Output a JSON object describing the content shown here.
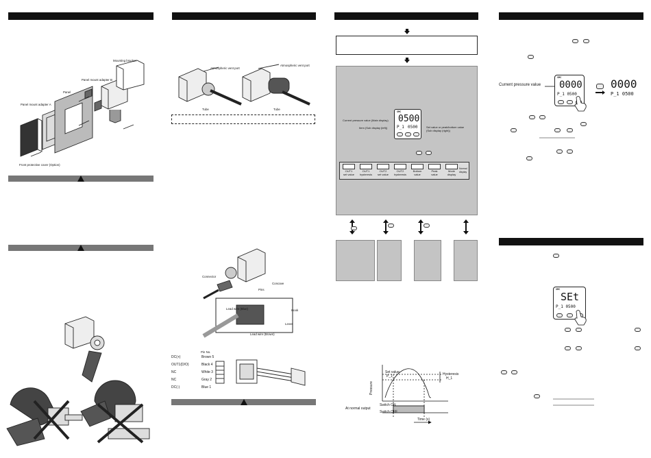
{
  "col1": {
    "labels": {
      "mounting_bracket": "Mounting bracket",
      "panel_mount_adapter_b": "Panel mount adapter B",
      "panel": "Panel",
      "panel_mount_adapter_a": "Panel mount adapter A",
      "front_protective_cover": "Front protective cover (Option)"
    },
    "warning_mark": "!",
    "caution_mark": "!"
  },
  "col2": {
    "labels": {
      "atmospheric_vent_port_left": "Atmospheric vent port",
      "atmospheric_vent_port_right": "Atmospheric vent port",
      "tube_left": "Tube",
      "tube_right": "Tube",
      "connector": "Connector",
      "concave": "Concave",
      "pins": "Pins",
      "lead_wire_blue": "Lead wire (Blue)",
      "hook": "Hook",
      "lever": "Lever",
      "lead_wire_brown": "Lead wire (Brown)",
      "pin_no": "Pin No."
    },
    "pins": [
      {
        "signal": "DC(+)",
        "wire": "Brown 5"
      },
      {
        "signal": "OUT1(D/O)",
        "wire": "Black 4"
      },
      {
        "signal": "NC",
        "wire": "White 3"
      },
      {
        "signal": "NC",
        "wire": "Gray 2"
      },
      {
        "signal": "DC(-)",
        "wire": "Blue 1"
      }
    ],
    "caution_mark": "!"
  },
  "col3": {
    "display_labels": {
      "main": "Current pressure value (Main display)",
      "item": "Item (Sub display (left))",
      "set_value": "Set value or peak/bottom value (Sub display (right))"
    },
    "main_value": "0500",
    "sub_left": "P_1",
    "sub_right": "0500",
    "flow_items": [
      {
        "top": "OUT1",
        "bottom": "set value"
      },
      {
        "top": "OUT1",
        "bottom": "hysteresis"
      },
      {
        "top": "OUT2",
        "bottom": "set value"
      },
      {
        "top": "OUT2",
        "bottom": "hysteresis"
      },
      {
        "top": "Bottom",
        "bottom": "value"
      },
      {
        "top": "Peak",
        "bottom": "value"
      },
      {
        "top": "Mode",
        "bottom": "display"
      }
    ],
    "normal_display": "Normal display",
    "graph": {
      "set_value": "Set value",
      "set_value_sub": "P_1",
      "hysteresis": "Hysteresis",
      "hysteresis_sub": "H_1",
      "pressure": "Pressure",
      "switch_on": "Switch ON",
      "switch_off": "Switch OFF",
      "at_normal_output": "At normal output",
      "time": "Time (s)"
    }
  },
  "col4": {
    "current_pressure_label": "Current pressure value",
    "display1_main": "0000",
    "display1_sub": "P_1 0500",
    "display2_main": "0000",
    "display2_sub": "P_1 0500",
    "display3_main": "SEt",
    "display3_sub": "P_1 0500",
    "brand": "SMC"
  },
  "colors": {
    "header": "#111111",
    "warning_bar": "#777777",
    "flow_panel": "#c4c4c4"
  }
}
